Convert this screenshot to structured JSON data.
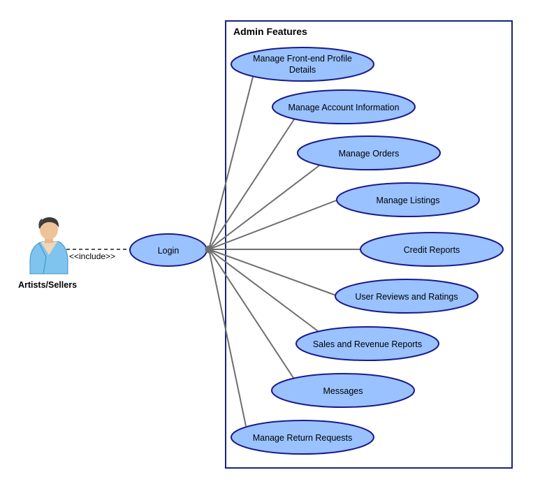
{
  "boundary": {
    "title": "Admin Features"
  },
  "actor": {
    "label": "Artists/Sellers"
  },
  "include_label": "<<include>>",
  "login": {
    "label": "Login"
  },
  "use_cases": [
    {
      "line1": "Manage Front-end Profile",
      "line2": "Details"
    },
    {
      "line1": "Manage Account Information",
      "line2": ""
    },
    {
      "line1": "Manage Orders",
      "line2": ""
    },
    {
      "line1": "Manage Listings",
      "line2": ""
    },
    {
      "line1": "Credit Reports",
      "line2": ""
    },
    {
      "line1": "User Reviews and Ratings",
      "line2": ""
    },
    {
      "line1": "Sales and Revenue Reports",
      "line2": ""
    },
    {
      "line1": "Messages",
      "line2": ""
    },
    {
      "line1": "Manage Return Requests",
      "line2": ""
    }
  ],
  "colors": {
    "ellipse_fill": "#99c2ff",
    "ellipse_stroke": "#1a1a8c",
    "boundary_stroke": "#1a237e",
    "connector": "#6e6e6e"
  }
}
